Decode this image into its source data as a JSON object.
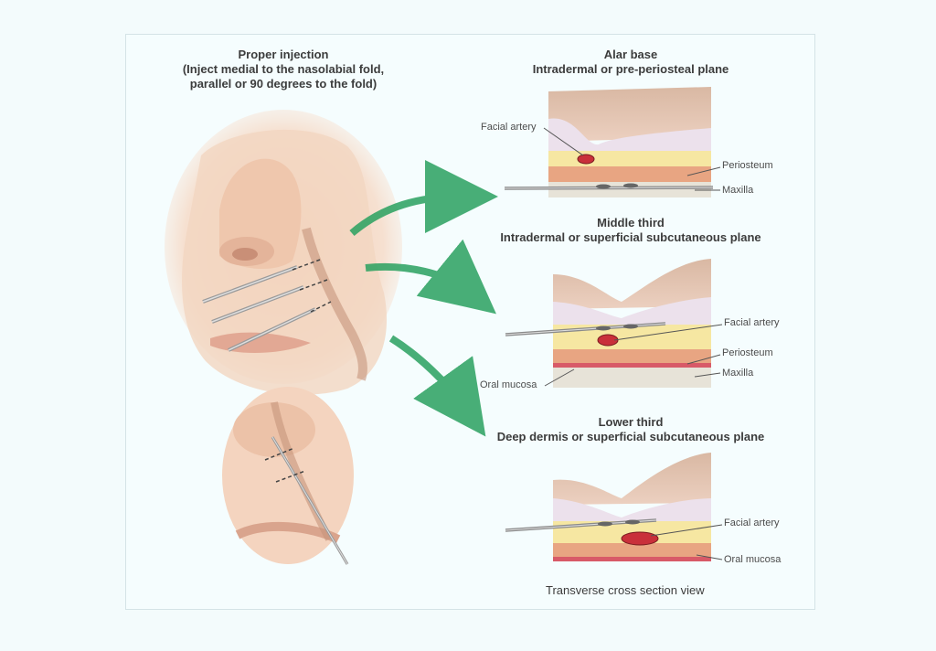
{
  "left_title": {
    "line1": "Proper injection",
    "line2": "(Inject medial to the nasolabial fold,",
    "line3": "parallel or 90 degrees to the fold)"
  },
  "sections": [
    {
      "title": "Alar base",
      "subtitle": "Intradermal or pre-periosteal plane",
      "labels": [
        "Facial artery",
        "Periosteum",
        "Maxilla"
      ]
    },
    {
      "title": "Middle third",
      "subtitle": "Intradermal or superficial subcutaneous plane",
      "labels": [
        "Facial artery",
        "Periosteum",
        "Maxilla",
        "Oral mucosa"
      ]
    },
    {
      "title": "Lower third",
      "subtitle": "Deep dermis or superficial subcutaneous plane",
      "labels": [
        "Facial artery",
        "Oral mucosa"
      ]
    }
  ],
  "caption": "Transverse cross section view",
  "colors": {
    "arrow": "#2aa160",
    "skin": "#f2d2bc",
    "fat": "#f6e7a2",
    "muscle": "#e8a582",
    "artery": "#c9303a"
  }
}
